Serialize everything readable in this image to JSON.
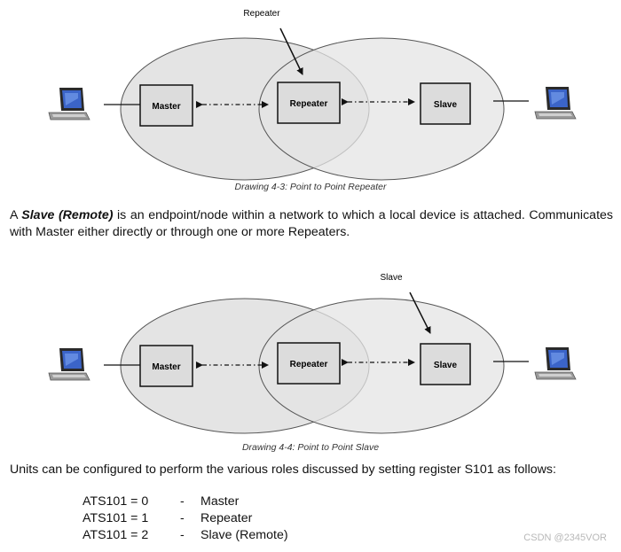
{
  "diagram1": {
    "pointer_label": "Repeater",
    "nodes": {
      "left": "Master",
      "center": "Repeater",
      "right": "Slave"
    },
    "caption": "Drawing 4-3:  Point to Point Repeater"
  },
  "paragraph1": {
    "prefix": "A ",
    "term": "Slave (Remote)",
    "rest": " is an endpoint/node within a network to which a local device is attached.  Communicates with Master either directly or through one or more Repeaters."
  },
  "diagram2": {
    "pointer_label": "Slave",
    "nodes": {
      "left": "Master",
      "center": "Repeater",
      "right": "Slave"
    },
    "caption": "Drawing 4-4:  Point to Point Slave"
  },
  "paragraph2": "Units can be configured to perform the various roles discussed by setting register S101 as follows:",
  "roles": [
    {
      "setting": "ATS101 = 0",
      "dash": "-",
      "role": "Master"
    },
    {
      "setting": "ATS101 = 1",
      "dash": "-",
      "role": "Repeater"
    },
    {
      "setting": "ATS101 = 2",
      "dash": "-",
      "role": "Slave (Remote)"
    }
  ],
  "watermark": "CSDN @2345VOR",
  "colors": {
    "ellipse_fill": "#e4e4e4",
    "box_fill": "#dcdcdc",
    "stroke": "#111111"
  }
}
